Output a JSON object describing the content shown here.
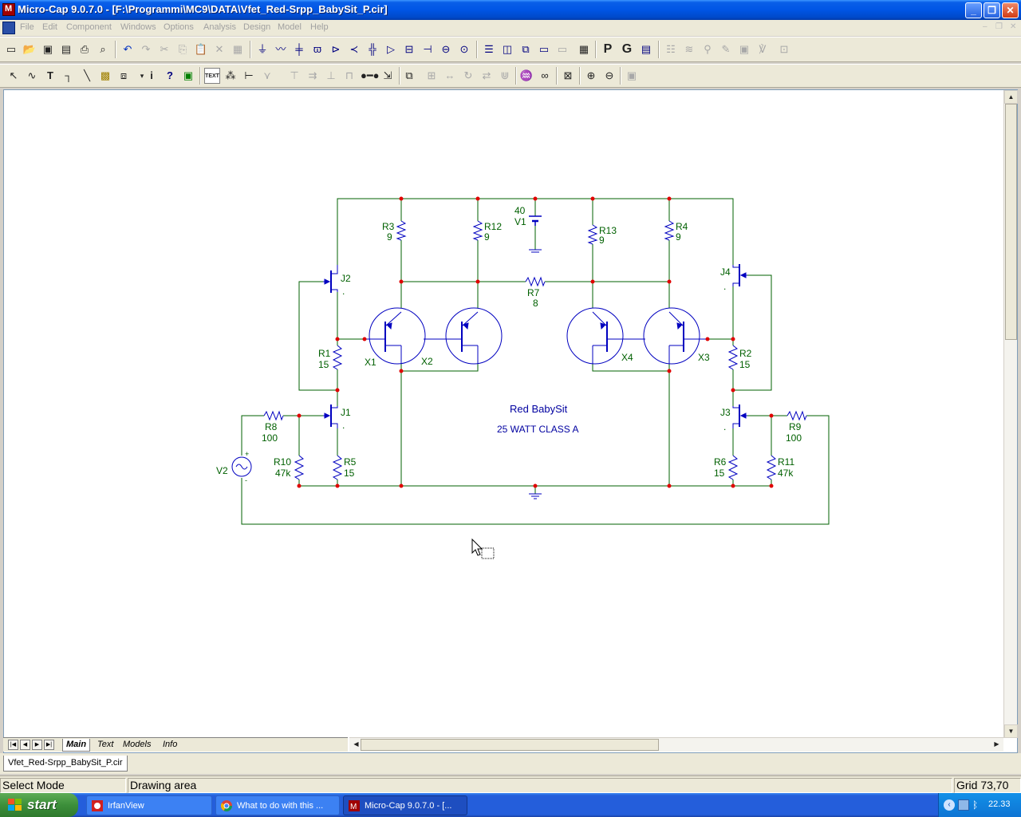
{
  "window": {
    "title": "Micro-Cap 9.0.7.0 - [F:\\Programmi\\MC9\\DATA\\Vfet_Red-Srpp_BabySit_P.cir]",
    "minimize": "_",
    "maximize": "❐",
    "close": "✕"
  },
  "menu": [
    "File",
    "Edit",
    "Component",
    "Windows",
    "Options",
    "Analysis",
    "Design",
    "Model",
    "Help"
  ],
  "mdi_controls": [
    "–",
    "❐",
    "✕"
  ],
  "toolbar_main_icons": [
    "new-icon",
    "open-icon",
    "save-icon",
    "save-all-icon",
    "print-icon",
    "print-preview-icon",
    "undo-icon",
    "redo-icon",
    "cut-icon",
    "copy-icon",
    "paste-icon",
    "delete-icon",
    "select-all-icon",
    "ground-icon",
    "resistor-icon",
    "capacitor-icon",
    "inductor-icon",
    "diode-icon",
    "npn-icon",
    "pnp-icon",
    "opamp-icon",
    "battery-icon",
    "source-icon",
    "voltage-source-icon",
    "window-tile-icon",
    "window-cascade-icon",
    "window-icon",
    "window2-icon",
    "calculator-icon",
    "p-icon",
    "g-icon",
    "component-panel-icon",
    "grid-icon",
    "probe-icon",
    "wave-icon",
    "pin-icon",
    "label-icon",
    "info-icon"
  ],
  "toolbar_draw_icons": [
    "select-icon",
    "wire-icon",
    "text-icon",
    "wire-orthogonal-icon",
    "line-icon",
    "find-icon",
    "graphic-icon",
    "info-icon",
    "help-icon",
    "digital-icon",
    "text-mode-icon",
    "node-numbers-icon",
    "pin-connections-icon",
    "grid-toggle-icon",
    "flag-icon",
    "rotate-icon",
    "mirror-icon",
    "flip-icon",
    "step-icon",
    "bus-icon",
    "arrow-icon",
    "properties-icon",
    "align-icon",
    "stretch-icon",
    "refresh-icon",
    "swap-icon",
    "attribute-icon",
    "binoculars-icon",
    "find-probe-icon",
    "zoom-in-icon",
    "zoom-out-icon",
    "camera-icon"
  ],
  "toolbar_text_btn": "TEXT",
  "toolbar_p": "P",
  "toolbar_g": "G",
  "schematic": {
    "title": "Red BabySit",
    "subtitle": "25 WATT CLASS A",
    "components": {
      "R3": {
        "name": "R3",
        "value": "9"
      },
      "R12": {
        "name": "R12",
        "value": "9"
      },
      "V1": {
        "name": "V1",
        "value": "40"
      },
      "R13": {
        "name": "R13",
        "value": "9"
      },
      "R4": {
        "name": "R4",
        "value": "9"
      },
      "R7": {
        "name": "R7",
        "value": "8"
      },
      "J2": {
        "name": "J2",
        "value": "."
      },
      "J4": {
        "name": "J4",
        "value": "."
      },
      "J1": {
        "name": "J1",
        "value": "."
      },
      "J3": {
        "name": "J3",
        "value": "."
      },
      "R1": {
        "name": "R1",
        "value": "15"
      },
      "R2": {
        "name": "R2",
        "value": "15"
      },
      "X1": {
        "name": "X1"
      },
      "X2": {
        "name": "X2"
      },
      "X3": {
        "name": "X3"
      },
      "X4": {
        "name": "X4"
      },
      "R8": {
        "name": "R8",
        "value": "100"
      },
      "R9": {
        "name": "R9",
        "value": "100"
      },
      "R10": {
        "name": "R10",
        "value": "47k"
      },
      "R11": {
        "name": "R11",
        "value": "47k"
      },
      "R5": {
        "name": "R5",
        "value": "15"
      },
      "R6": {
        "name": "R6",
        "value": "15"
      },
      "V2": {
        "name": "V2",
        "plus": "+",
        "minus": "-"
      }
    }
  },
  "nav_buttons": [
    "|◀",
    "◀",
    "▶",
    "▶|"
  ],
  "sheet_tabs": [
    "Main",
    "Text",
    "Models",
    "Info"
  ],
  "file_tab": "Vfet_Red-Srpp_BabySit_P.cir",
  "status": {
    "mode": "Select Mode",
    "area": "Drawing area",
    "grid": "Grid 73,70"
  },
  "taskbar": {
    "start": "start",
    "tasks": [
      "IrfanView",
      "What to do with this ...",
      "Micro-Cap 9.0.7.0 - [..."
    ],
    "clock": "22.33"
  },
  "colors": {
    "wire": "#006000",
    "component": "#0000c0",
    "node": "#e00000",
    "title_bar": "#0055e5"
  },
  "scroll": {
    "up": "▲",
    "down": "▼",
    "left": "◀",
    "right": "▶"
  }
}
